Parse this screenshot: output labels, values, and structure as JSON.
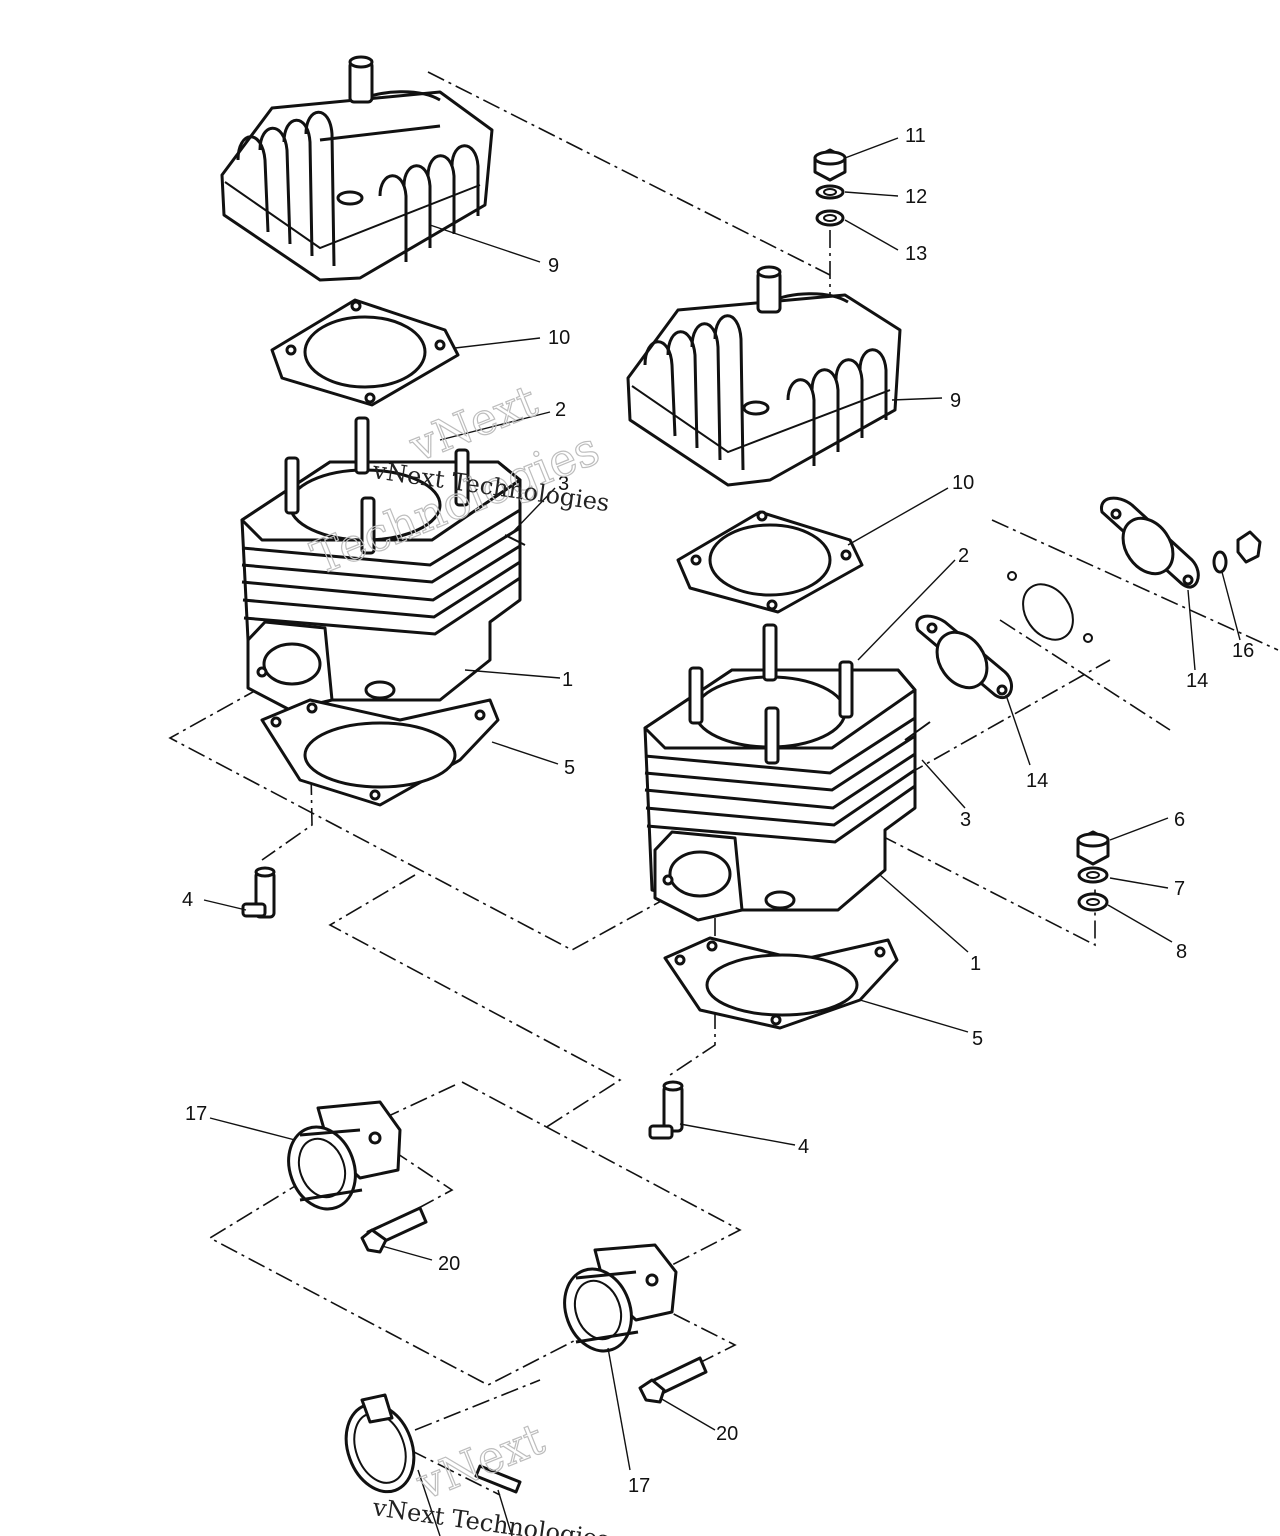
{
  "diagram": {
    "callouts": [
      {
        "id": "c11a",
        "label": "11"
      },
      {
        "id": "c12a",
        "label": "12"
      },
      {
        "id": "c13a",
        "label": "13"
      },
      {
        "id": "c9a",
        "label": "9"
      },
      {
        "id": "c10a",
        "label": "10"
      },
      {
        "id": "c2a",
        "label": "2"
      },
      {
        "id": "c3a",
        "label": "3"
      },
      {
        "id": "c1a",
        "label": "1"
      },
      {
        "id": "c5a",
        "label": "5"
      },
      {
        "id": "c4a",
        "label": "4"
      },
      {
        "id": "c9b",
        "label": "9"
      },
      {
        "id": "c10b",
        "label": "10"
      },
      {
        "id": "c2b",
        "label": "2"
      },
      {
        "id": "c14a",
        "label": "14"
      },
      {
        "id": "c14b",
        "label": "14"
      },
      {
        "id": "c16",
        "label": "16"
      },
      {
        "id": "c3b",
        "label": "3"
      },
      {
        "id": "c6",
        "label": "6"
      },
      {
        "id": "c7",
        "label": "7"
      },
      {
        "id": "c8",
        "label": "8"
      },
      {
        "id": "c1b",
        "label": "1"
      },
      {
        "id": "c5b",
        "label": "5"
      },
      {
        "id": "c4b",
        "label": "4"
      },
      {
        "id": "c17a",
        "label": "17"
      },
      {
        "id": "c20a",
        "label": "20"
      },
      {
        "id": "c20b",
        "label": "20"
      },
      {
        "id": "c17b",
        "label": "17"
      }
    ],
    "watermarks": {
      "brand": "vNext",
      "brand_full": "vNext Technologies",
      "tech": "Technologies"
    }
  }
}
